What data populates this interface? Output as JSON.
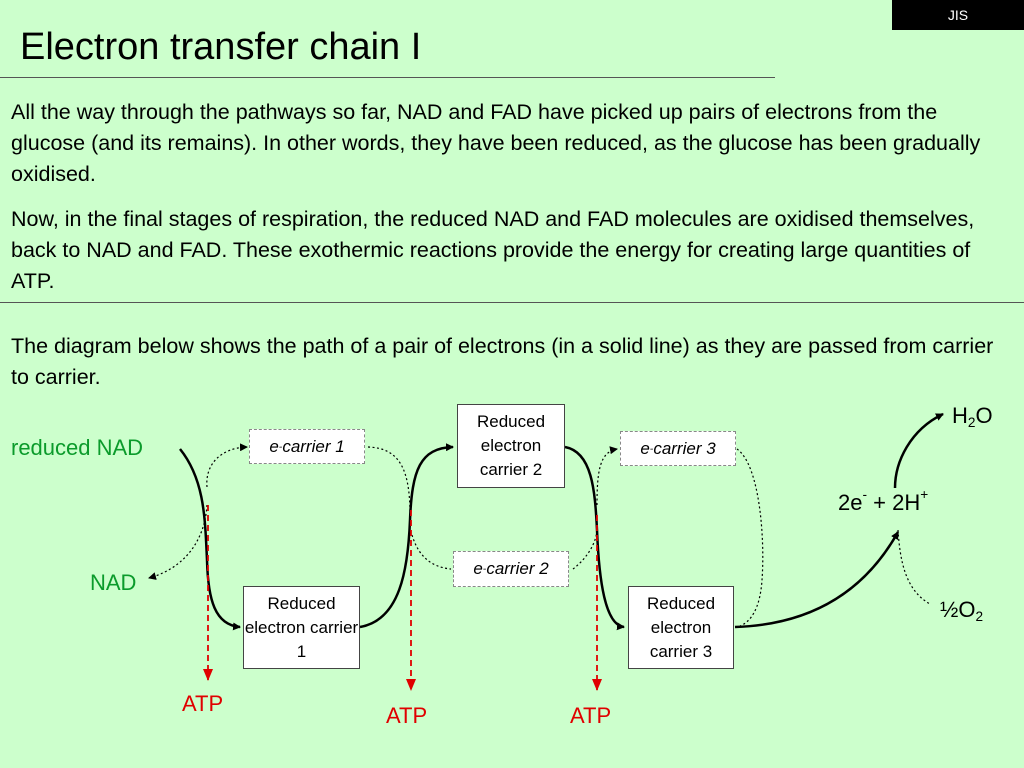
{
  "badge": "JIS",
  "title": "Electron transfer chain I",
  "paragraphs": [
    "All the way through the pathways so far, NAD and FAD have picked up pairs of electrons from the glucose (and its remains).  In other words, they have been reduced, as the glucose has been gradually oxidised.",
    "Now, in the final stages of respiration, the reduced NAD and FAD molecules are oxidised themselves, back to NAD and FAD.  These exothermic reactions provide the energy for creating large quantities of ATP.",
    "The diagram below shows the path of a pair of electrons (in a solid line) as they are passed from carrier to carrier."
  ],
  "diagram": {
    "reduced_nad": "reduced NAD",
    "nad": "NAD",
    "carrier_e": "e",
    "carrier_minus": "-",
    "carrier1_text": " carrier 1",
    "carrier2_text": " carrier 2",
    "carrier3_text": " carrier 3",
    "reduced_carrier_1": "Reduced electron carrier 1",
    "reduced_carrier_2": "Reduced electron carrier 2",
    "reduced_carrier_3": "Reduced electron carrier 3",
    "atp": "ATP",
    "electrons": "2e",
    "electrons_sup": "-",
    "plus": " + 2H",
    "plus_sup": "+",
    "water_h": "H",
    "water_sub": "2",
    "water_o": "O",
    "oxygen_half": "½O",
    "oxygen_sub": "2",
    "colors": {
      "green_label": "#0b9b2b",
      "atp_red": "#e00000",
      "background": "#ccffcc"
    }
  }
}
